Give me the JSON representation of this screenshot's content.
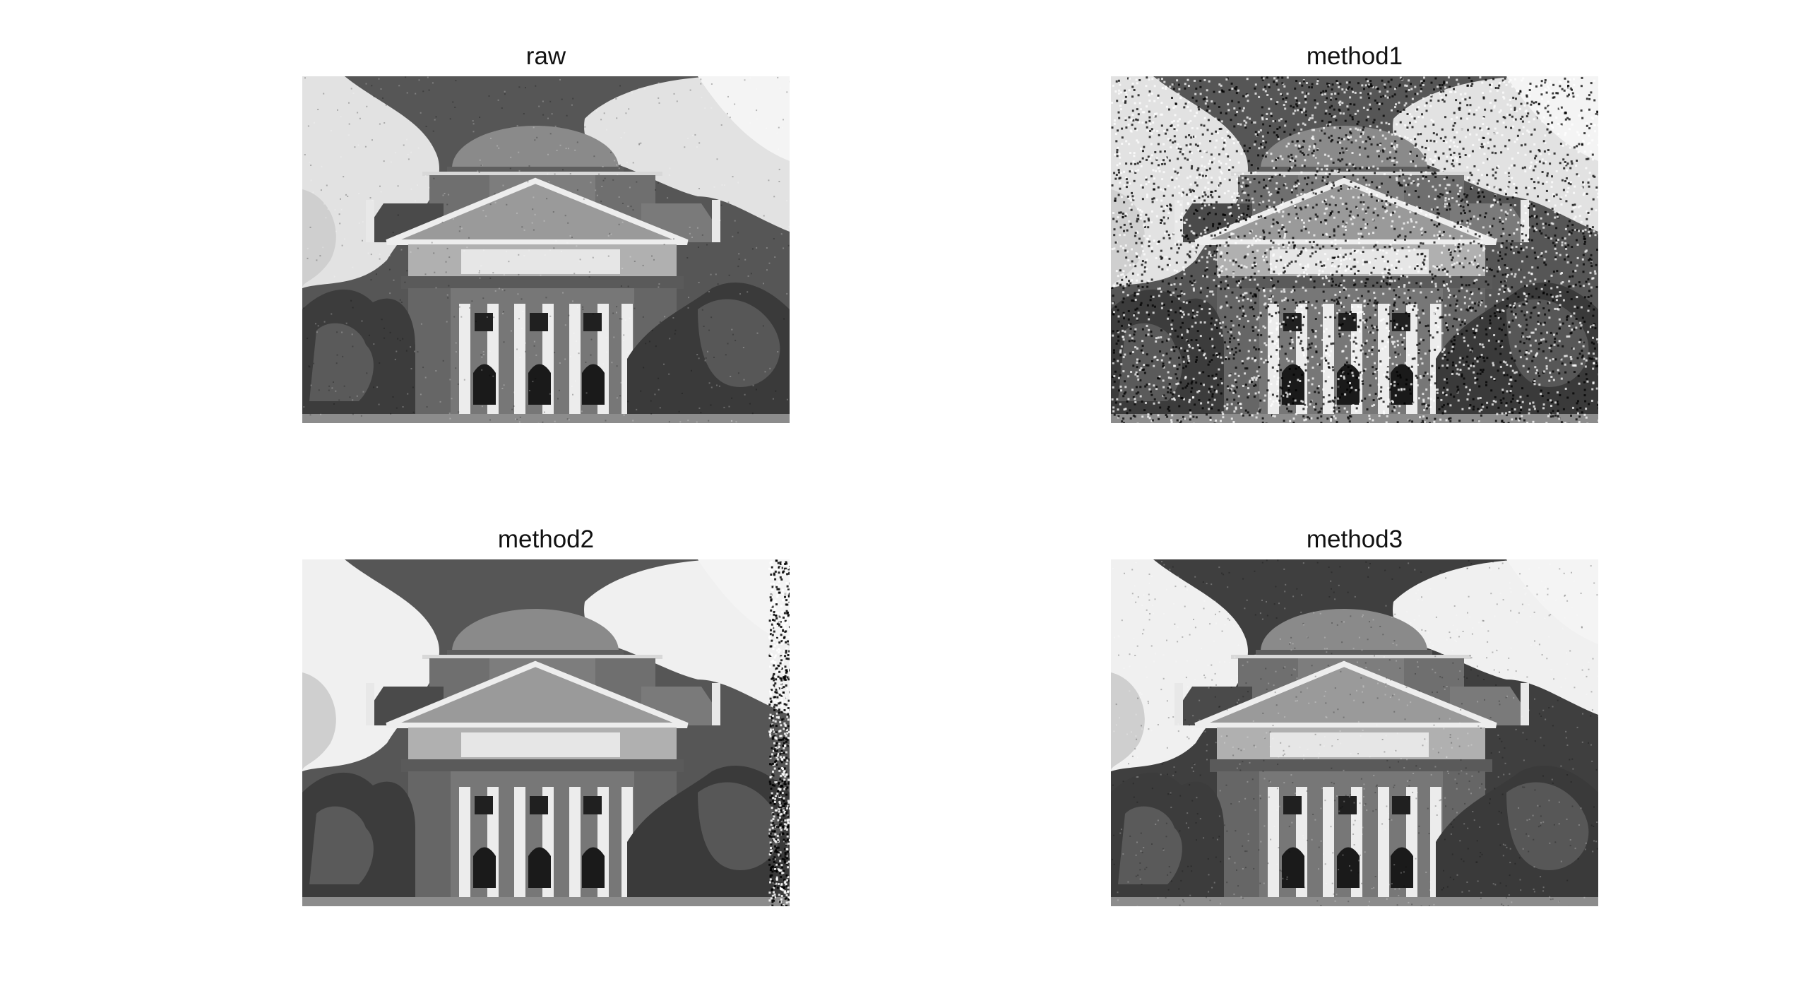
{
  "figure": {
    "background": "#ffffff",
    "panels": [
      {
        "title": "raw",
        "image": "grayscale-building-dome-photo",
        "variant": "raw"
      },
      {
        "title": "method1",
        "image": "grayscale-building-dome-photo-noisy",
        "variant": "method1"
      },
      {
        "title": "method2",
        "image": "grayscale-building-dome-photo-enhanced",
        "variant": "method2"
      },
      {
        "title": "method3",
        "image": "grayscale-building-dome-photo-contrast",
        "variant": "method3"
      }
    ]
  }
}
